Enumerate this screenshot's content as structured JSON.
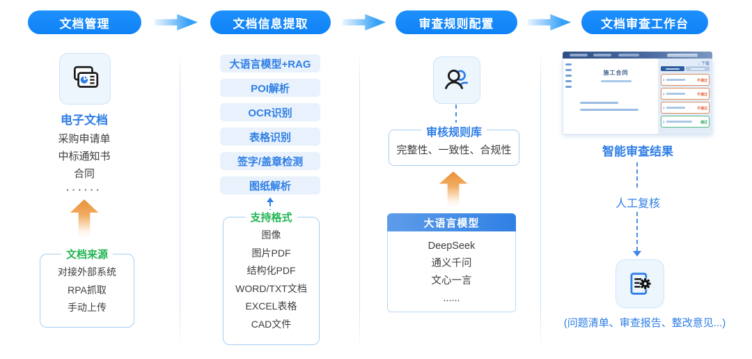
{
  "stages": [
    {
      "label": "文档管理"
    },
    {
      "label": "文档信息提取"
    },
    {
      "label": "审查规则配置"
    },
    {
      "label": "文档审查工作台"
    }
  ],
  "document_management": {
    "icon": "documents-pie-icon",
    "title": "电子文档",
    "doc_types": [
      "采购申请单",
      "中标通知书",
      "合同"
    ],
    "ellipsis": "······",
    "source_box": {
      "title": "文档来源",
      "items": [
        "对接外部系统",
        "RPA抓取",
        "手动上传"
      ]
    }
  },
  "info_extraction": {
    "methods": [
      "大语言模型+RAG",
      "POI解析",
      "OCR识别",
      "表格识别",
      "签字/盖章检测",
      "图纸解析"
    ],
    "format_box": {
      "title": "支持格式",
      "items": [
        "图像",
        "图片PDF",
        "结构化PDF",
        "WORD/TXT文档",
        "EXCEL表格",
        "CAD文件"
      ]
    }
  },
  "rule_config": {
    "icon": "people-icon",
    "rule_box": {
      "title": "审核规则库",
      "content": "完整性、一致性、合规性"
    },
    "llm_box": {
      "title": "大语言模型",
      "items": [
        "DeepSeek",
        "通义千问",
        "文心一言",
        "......"
      ]
    }
  },
  "workbench": {
    "preview": {
      "doc_title": "施工合同",
      "download_icon": "↓",
      "download_label": "下载",
      "chevron": "›",
      "fail_badge": "不通过",
      "pass_badge": "通过"
    },
    "result_label": "智能审查结果",
    "manual_review_label": "人工复核",
    "icon": "document-gear-icon",
    "caption": "(问题清单、审查报告、整改意见...)"
  },
  "colors": {
    "accent_blue": "#1287fb",
    "text_blue": "#2e7ee5",
    "green": "#21b553",
    "orange": "#ee9a40",
    "fail_red": "#e0643c",
    "pass_green": "#2aa163"
  }
}
